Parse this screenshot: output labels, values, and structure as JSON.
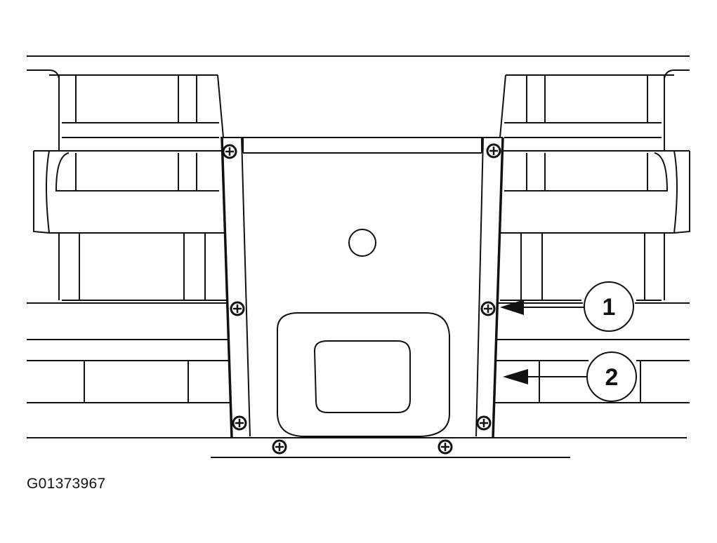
{
  "figure": {
    "id_label": "G01373967"
  },
  "callouts": [
    {
      "number": "1"
    },
    {
      "number": "2"
    }
  ]
}
